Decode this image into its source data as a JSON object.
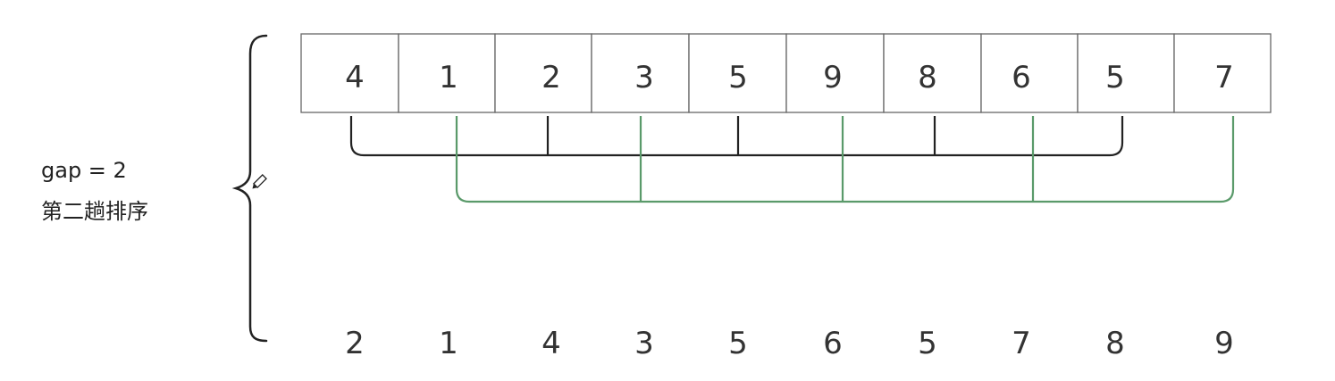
{
  "annotation": {
    "gap_label": "gap = 2",
    "pass_label": "第二趟排序"
  },
  "colors": {
    "group_even": "#222222",
    "group_odd": "#5a9a6a",
    "cell_border": "#666666",
    "text": "#333333"
  },
  "array": [
    "4",
    "1",
    "2",
    "3",
    "5",
    "9",
    "8",
    "6",
    "5",
    "7"
  ],
  "result": [
    "2",
    "1",
    "4",
    "3",
    "5",
    "6",
    "5",
    "7",
    "8",
    "9"
  ],
  "groups": [
    {
      "name": "even",
      "indices": [
        0,
        2,
        4,
        6,
        8
      ]
    },
    {
      "name": "odd",
      "indices": [
        1,
        3,
        5,
        7,
        9
      ]
    }
  ],
  "icons": {
    "pencil": "pencil-icon",
    "brace": "curly-brace-icon"
  }
}
